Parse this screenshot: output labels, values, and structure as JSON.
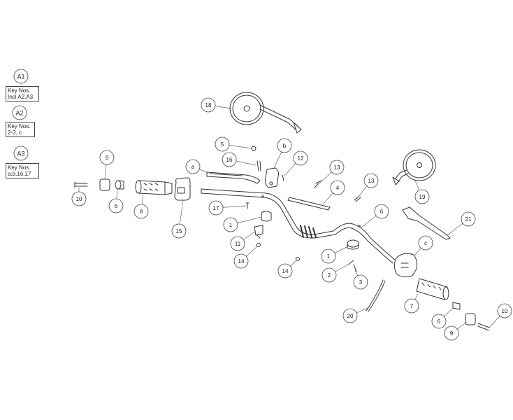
{
  "legend": [
    {
      "id": "A1",
      "note": "Key Nos. Incl A2,A3"
    },
    {
      "id": "A2",
      "note": "Key Nos. 2-3, c"
    },
    {
      "id": "A3",
      "note": "Key Nos a,b,16,17"
    }
  ],
  "callouts": [
    "18",
    "5",
    "16",
    "b",
    "a",
    "12",
    "13",
    "4",
    "13",
    "19",
    "9",
    "10",
    "6",
    "8",
    "15",
    "17",
    "1",
    "6",
    "21",
    "11",
    "c",
    "1",
    "14",
    "14",
    "2",
    "3",
    "7",
    "20",
    "6",
    "9",
    "10"
  ]
}
